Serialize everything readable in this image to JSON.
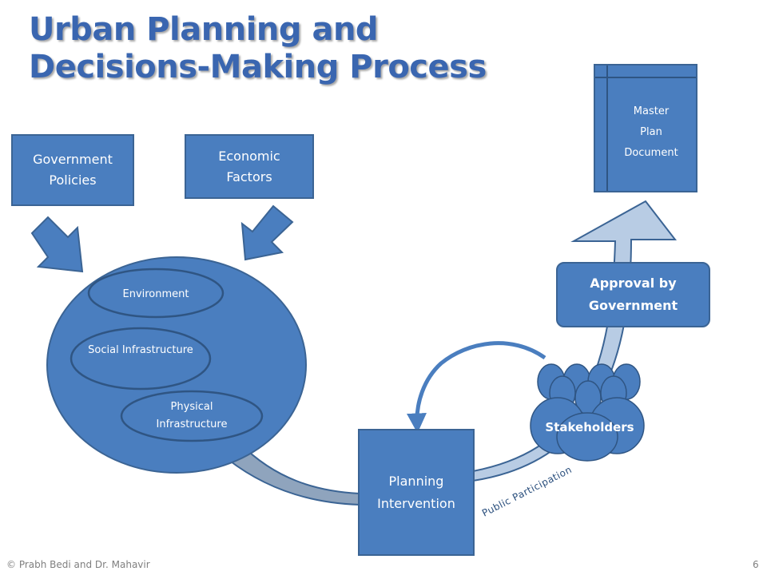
{
  "title": {
    "line1": "Urban Planning and",
    "line2": "Decisions-Making Process"
  },
  "inputs": {
    "government_policies": "Government Policies",
    "economic_factors": "Economic Factors"
  },
  "factors": {
    "environment": "Environment",
    "social_infrastructure": "Social Infrastructure",
    "physical_infrastructure": "Physical Infrastructure"
  },
  "planning_intervention": "Planning Intervention",
  "stakeholders": "Stakeholders",
  "public_participation": "Public Participation",
  "approval": "Approval by Government",
  "master_plan": "Master Plan Document",
  "footer": {
    "copyright": "© Prabh Bedi and Dr. Mahavir",
    "page_number": "6"
  },
  "colors": {
    "box_fill": "#4a7ebf",
    "box_border": "#3b6494",
    "title": "#3a66b0",
    "gray_arrow": "#8fa4bd",
    "light_arrow": "#b8cce4"
  }
}
